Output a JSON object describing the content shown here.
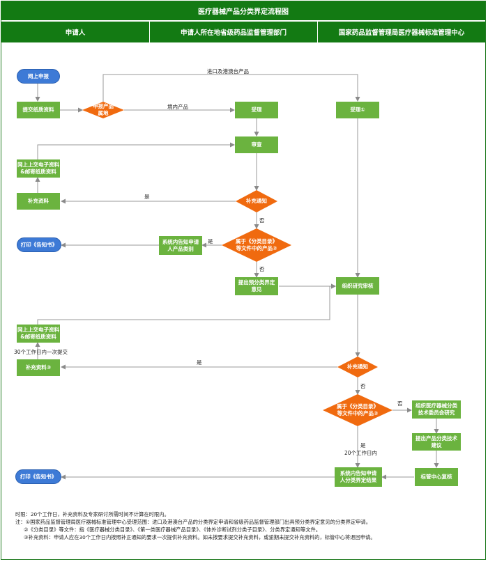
{
  "title": "医疗器械产品分类界定流程图",
  "lanes": [
    "申请人",
    "申请人所在地省级药品监督管理部门",
    "国家药品监督管理局医疗器械标准管理中心"
  ],
  "nodes": {
    "apply_online": "网上申报",
    "submit_paper": "提交纸质资料",
    "region_decision": "申报产品\n属地",
    "accept_province": "受理",
    "accept_center": "受理①",
    "review": "审查",
    "upload_mail_1": "网上上交电子资料\n&邮寄纸质资料",
    "supplement_1": "补充资料",
    "supplement_notice_1": "补充通知",
    "system_notify_1": "系统内告知申请\n人产品类别",
    "in_catalog_1": "属于《分类目录》\n等文件中的产品②",
    "print_notice_1": "打印《告知书》",
    "prelim_opinion": "提出预分类界定\n意见",
    "organize_review": "组织研究审核",
    "upload_mail_2": "网上上交电子资料\n&邮寄纸质资料",
    "supplement_2": "补充资料③",
    "supplement_notice_2": "补充通知",
    "in_catalog_2": "属于《分类目录》\n等文件中的产品②",
    "committee_study": "组织医疗器械分类\n技术委员会研究",
    "tech_advice": "提出产品分类技术\n建议",
    "recheck": "标管中心复核",
    "system_notify_2": "系统内告知申请\n人分类界定结果",
    "print_notice_2": "打印《告知书》"
  },
  "labels": {
    "imported": "进口及港澳台产品",
    "domestic": "境内产品",
    "yes_1": "是",
    "no_1": "否",
    "yes_2": "是",
    "no_2": "否",
    "within_30": "30个工作日内一次提交",
    "yes_3": "是",
    "no_3": "否",
    "no_4": "否",
    "yes_4": "是",
    "within_20": "20个工作日内"
  },
  "notes": [
    "时限：20个工作日，补充资料及专家研讨所需时间不计算在时限内。",
    "注：①国家药品监督管理局医疗器械标准管理中心受理范围：进口及港澳台产品的分类界定申请和省级药品监督管理部门出具预分类界定意见的分类界定申请。",
    "②《分类目录》等文件：指《医疗器械分类目录》、《第一类医疗器械产品目录》、《体外诊断试剂分类子目录》、分类界定通知等文件。",
    "③补充资料：申请人应在30个工作日内按照补正通知的要求一次提供补充资料。如未按要求提交补充资料，或逾期未提交补充资料的，标管中心将退回申请。"
  ],
  "colors": {
    "header": "#137a13",
    "process": "#6bb33f",
    "decision": "#f06a0f",
    "terminal": "#3d7ad6",
    "line": "#9a9a9a"
  }
}
